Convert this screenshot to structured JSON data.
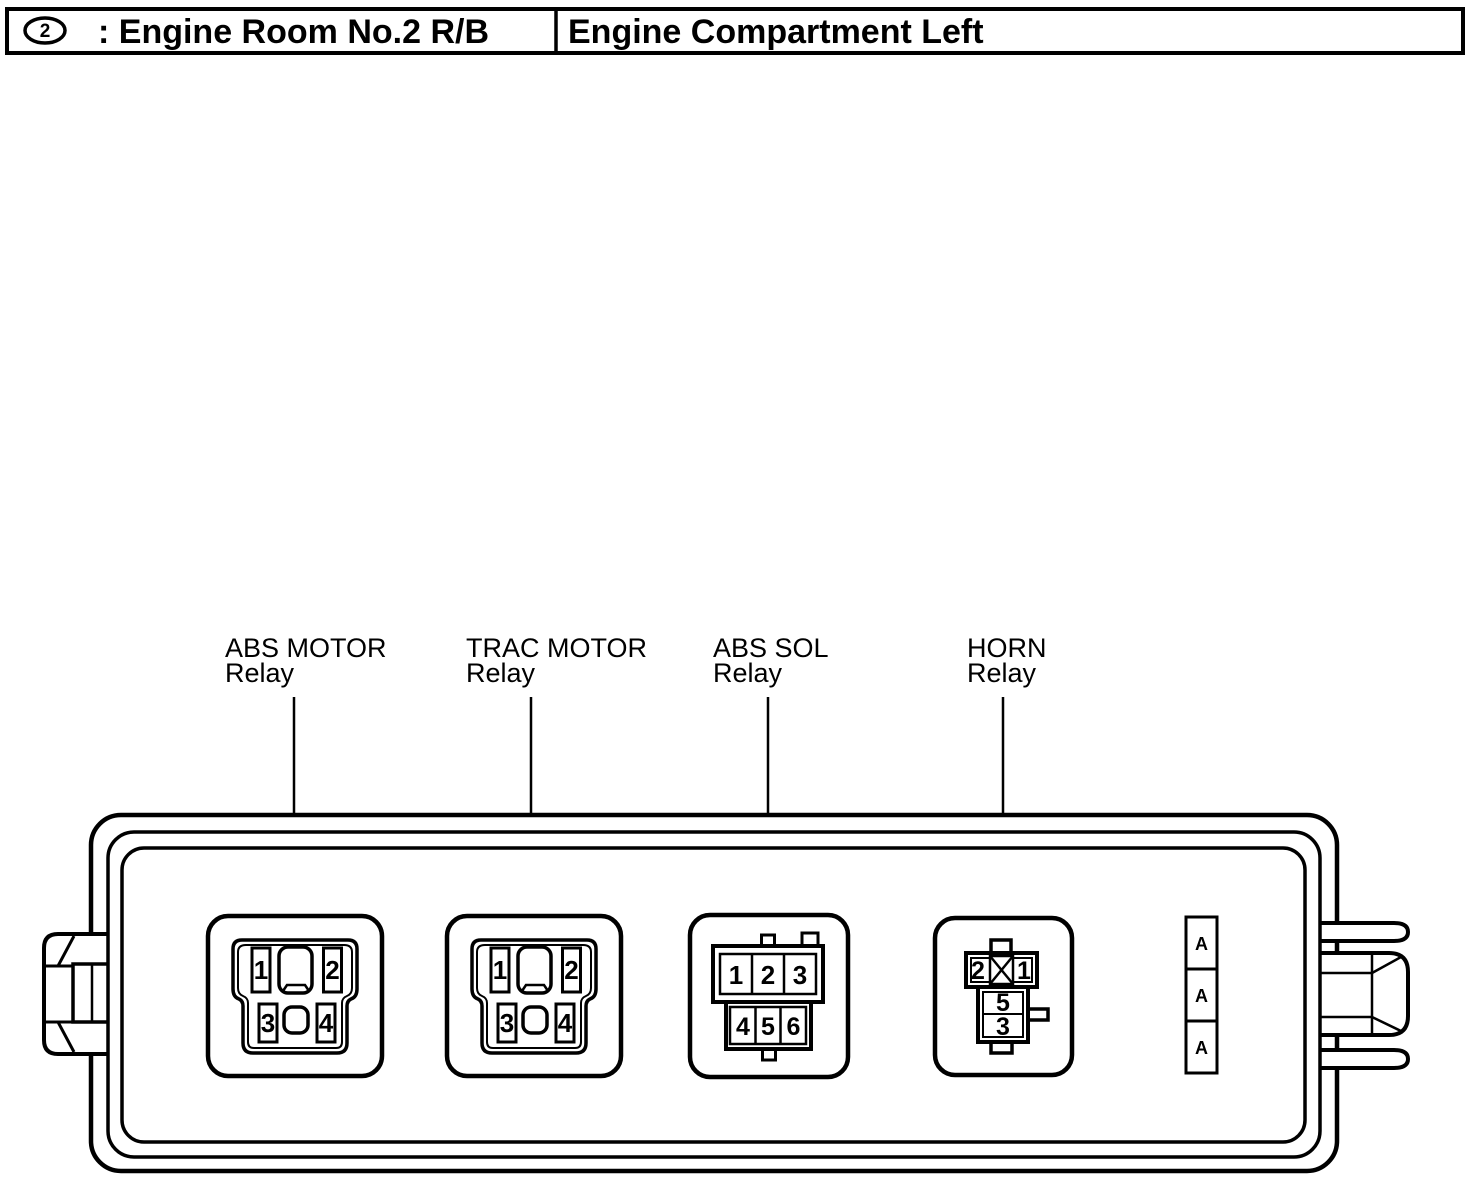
{
  "header": {
    "badge": "2",
    "left_title": ": Engine Room No.2 R/B",
    "right_title": "Engine Compartment Left"
  },
  "labels": [
    {
      "line1": "ABS MOTOR",
      "line2": "Relay"
    },
    {
      "line1": "TRAC MOTOR",
      "line2": "Relay"
    },
    {
      "line1": "ABS SOL",
      "line2": "Relay"
    },
    {
      "line1": "HORN",
      "line2": "Relay"
    }
  ],
  "sockets": {
    "abs_motor": {
      "pins": [
        "1",
        "2",
        "3",
        "4"
      ]
    },
    "trac_motor": {
      "pins": [
        "1",
        "2",
        "3",
        "4"
      ]
    },
    "abs_sol": {
      "pins": [
        "1",
        "2",
        "3",
        "4",
        "5",
        "6"
      ]
    },
    "horn": {
      "pins": [
        "2",
        "1",
        "5",
        "3"
      ]
    }
  },
  "spare_slots": [
    "A",
    "A",
    "A"
  ],
  "colors": {
    "ink": "#000000",
    "paper": "#ffffff"
  }
}
